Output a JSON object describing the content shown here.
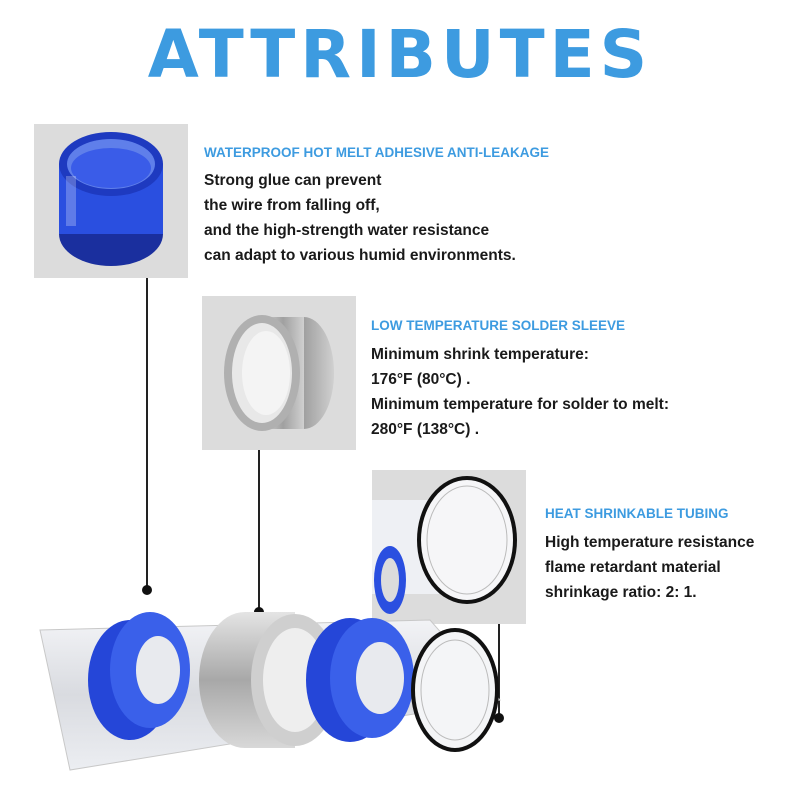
{
  "title": "ATTRIBUTES",
  "features": [
    {
      "heading": "WATERPROOF HOT MELT ADHESIVE ANTI-LEAKAGE",
      "lines": [
        "Strong glue can prevent",
        "the wire from falling off,",
        "and the high-strength water resistance",
        "can adapt to various humid environments."
      ],
      "image": "blue-adhesive-ring-icon"
    },
    {
      "heading": "LOW TEMPERATURE SOLDER SLEEVE",
      "lines": [
        "Minimum shrink temperature:",
        "176°F (80°C) .",
        "Minimum temperature for solder to melt:",
        "280°F (138°C) ."
      ],
      "image": "solder-sleeve-ring-icon"
    },
    {
      "heading": "HEAT SHRINKABLE TUBING",
      "lines": [
        "High temperature resistance",
        "flame retardant material",
        "shrinkage ratio: 2: 1."
      ],
      "image": "clear-shrink-tube-icon"
    }
  ],
  "colors": {
    "accent": "#3d9be0",
    "adhesive_blue": "#1f3fd0",
    "solder_silver": "#b8b8b8"
  }
}
